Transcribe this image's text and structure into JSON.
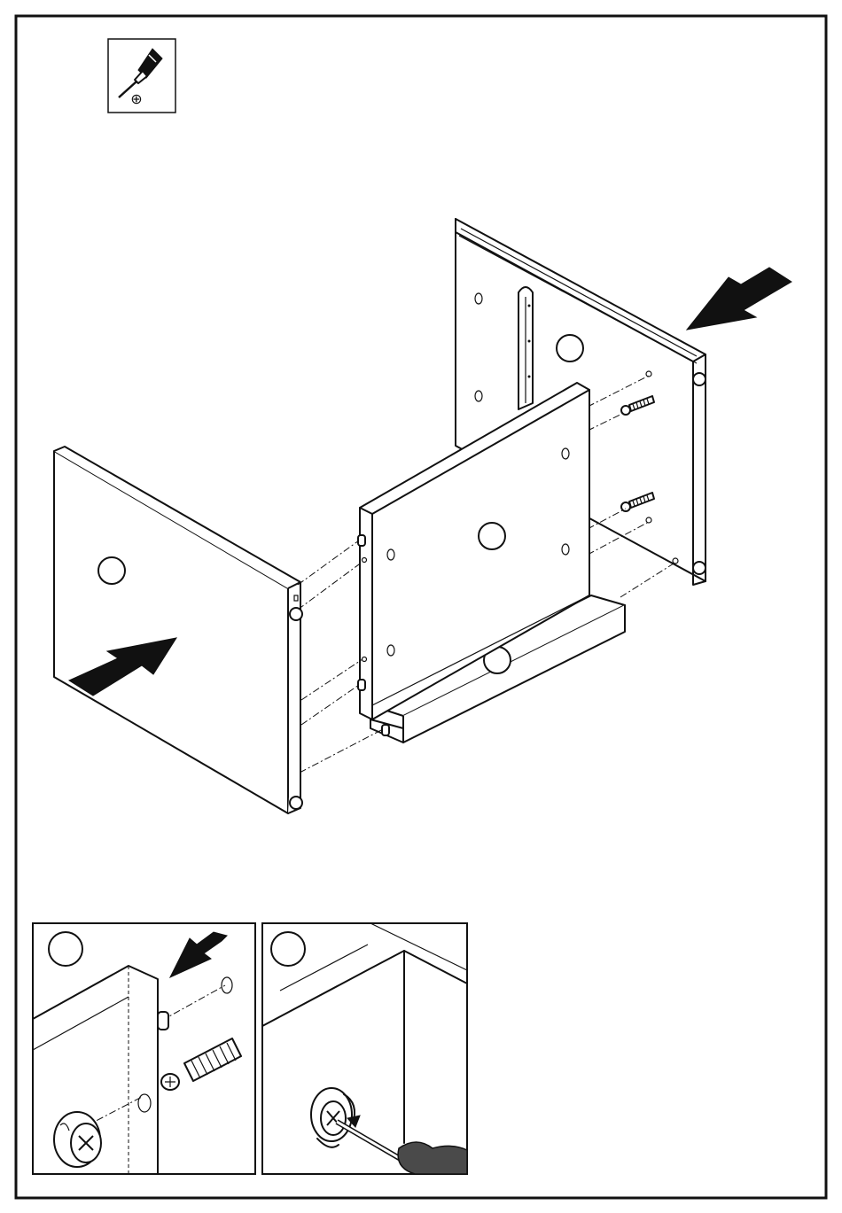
{
  "colors": {
    "line": "#111111",
    "background": "#ffffff",
    "handle": "#4a4a4a"
  },
  "tool": {
    "icon": "phillips-screwdriver-icon",
    "symbol": "⊕"
  },
  "parts": [
    "side-panel-left",
    "back-panel",
    "bottom-shelf",
    "side-panel-right"
  ],
  "detail_panels": [
    {
      "icon": "cam-lock-insert-icon"
    },
    {
      "icon": "cam-lock-turn-icon"
    }
  ]
}
